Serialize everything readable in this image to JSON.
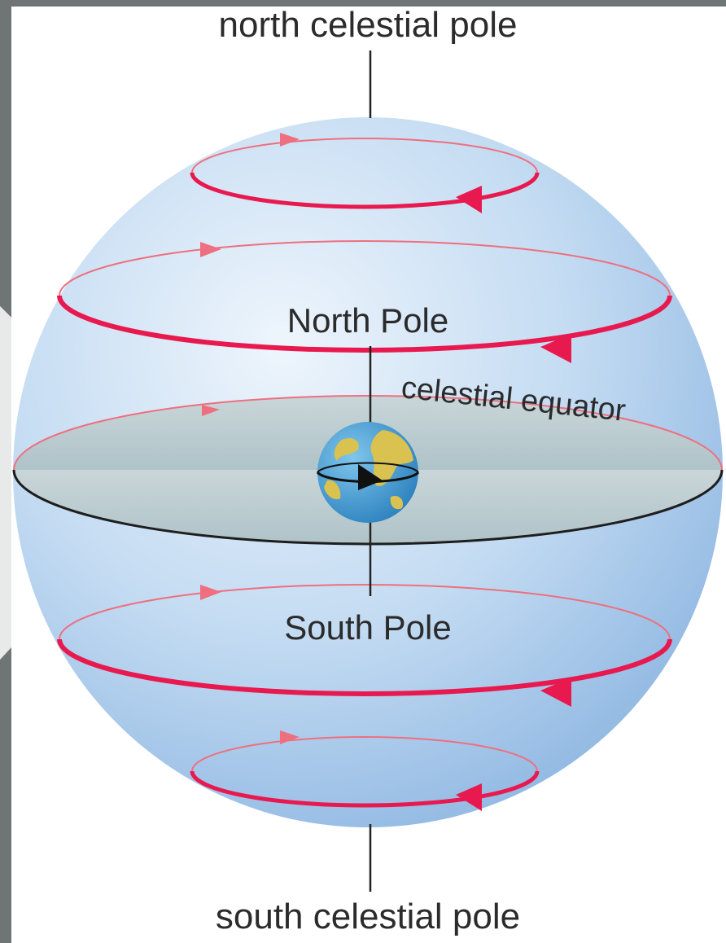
{
  "labels": {
    "north_celestial_pole": "north celestial pole",
    "north_pole": "North Pole",
    "celestial_equator": "celestial equator",
    "south_pole": "South Pole",
    "south_celestial_pole": "south celestial pole"
  },
  "colors": {
    "frame": "#6f7474",
    "sphere_light": "#e6f0fa",
    "sphere_dark": "#9fc2e6",
    "equator_plane": "#bfcfd3",
    "circle_red": "#e8194f",
    "circle_red_faint": "#ee6f7f",
    "axis": "#222222",
    "text": "#2b2b2b",
    "earth_ocean": "#3a8fc9",
    "earth_land": "#d9c24f"
  },
  "icons": {
    "earth": "earth-globe-icon",
    "rotation_arrow": "rotation-arrow-icon",
    "circle_arrow": "arrowhead-icon"
  }
}
